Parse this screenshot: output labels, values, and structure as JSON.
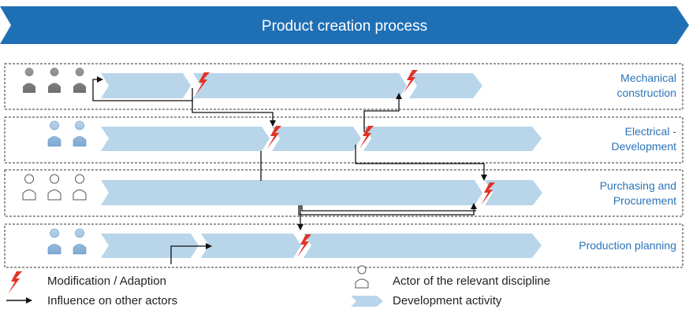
{
  "header": {
    "title": "Product creation process",
    "color": "#1f6fb5"
  },
  "lanes": [
    {
      "label_lines": [
        "Mechanical",
        "construction"
      ],
      "actor_style": "gray"
    },
    {
      "label_lines": [
        "Electrical -",
        "Development"
      ],
      "actor_style": "blue"
    },
    {
      "label_lines": [
        "Purchasing and",
        "Procurement"
      ],
      "actor_style": "outline"
    },
    {
      "label_lines": [
        "Production planning"
      ],
      "actor_style": "blue"
    }
  ],
  "legend": {
    "modification": "Modification / Adaption",
    "influence": "Influence on other actors",
    "actor": "Actor of the relevant discipline",
    "activity": "Development activity"
  },
  "colors": {
    "activity": "#b8d5ea",
    "lightning": "#e23226",
    "lane_label": "#2a73b8",
    "actor_gray": "#8a8a8a",
    "actor_blue": "#9dbfdf"
  }
}
